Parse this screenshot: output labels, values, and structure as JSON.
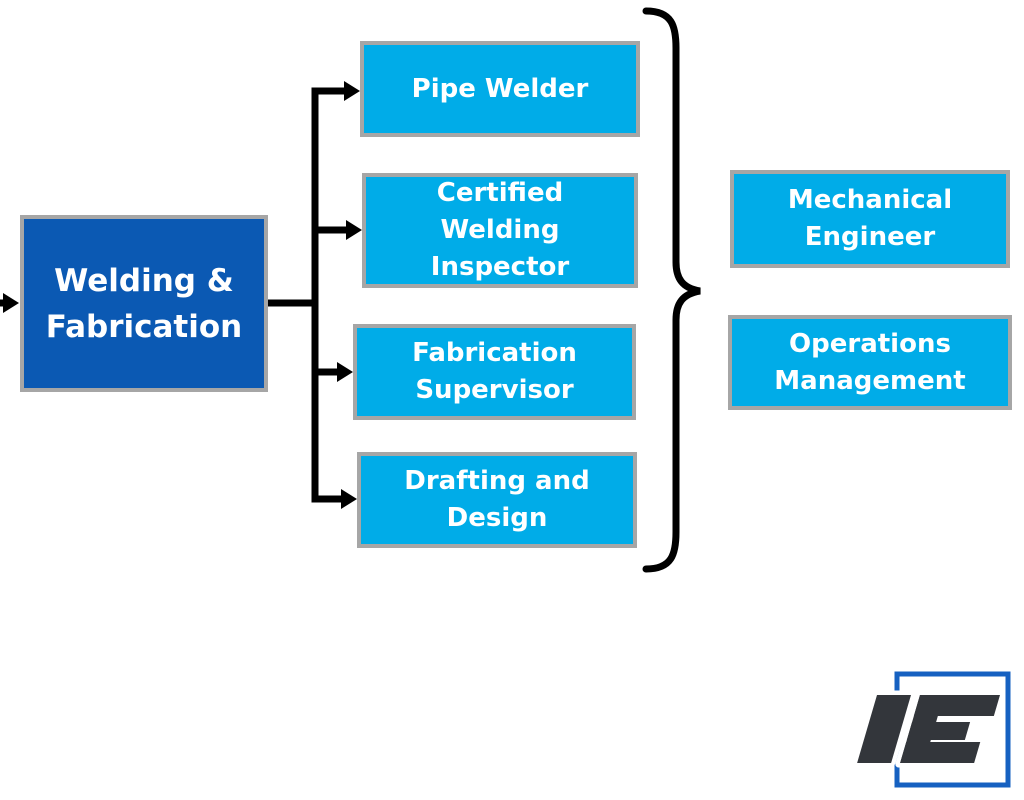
{
  "diagram": {
    "root": {
      "label": [
        "Welding &",
        "Fabrication"
      ]
    },
    "careers": [
      {
        "label": [
          "Pipe Welder"
        ]
      },
      {
        "label": [
          "Certified",
          "Welding",
          "Inspector"
        ]
      },
      {
        "label": [
          "Fabrication",
          "Supervisor"
        ]
      },
      {
        "label": [
          "Drafting and",
          "Design"
        ]
      }
    ],
    "advanced": [
      {
        "label": [
          "Mechanical",
          "Engineer"
        ]
      },
      {
        "label": [
          "Operations",
          "Management"
        ]
      }
    ],
    "colors": {
      "root_fill": "#0b59b3",
      "career_fill": "#00ace8",
      "box_border": "#a6a6a6",
      "connector": "#000000",
      "text": "#ffffff",
      "logo_square": "#1661c1",
      "logo_letters": "#33363b"
    },
    "logo": {
      "name": "IE"
    }
  }
}
